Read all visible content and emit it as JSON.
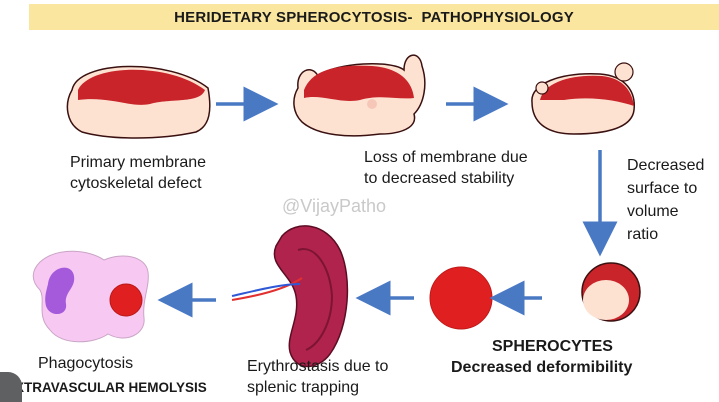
{
  "title": "HERIDETARY SPHEROCYTOSIS-  PATHOPHYSIOLOGY",
  "watermark": "@VijayPatho",
  "labels": {
    "primary_line1": "Primary membrane",
    "primary_line2": "cytoskeletal defect",
    "loss_line1": "Loss of membrane due",
    "loss_line2": "to decreased stability",
    "ratio_line1": "Decreased",
    "ratio_line2": "surface to",
    "ratio_line3": "volume",
    "ratio_line4": "ratio",
    "spherocytes": "SPHEROCYTES",
    "deformability": "Decreased deformibility",
    "erythro_line1": "Erythrostasis due to",
    "erythro_line2": "splenic trapping",
    "phagocytosis": "Phagocytosis",
    "hemolysis": "EXTRAVASCULAR HEMOLYSIS"
  },
  "colors": {
    "title_bg": "#fbe6a0",
    "arrow": "#4a79c4",
    "rbc_red": "#d42a2a",
    "pale_cell": "#fde2d2",
    "spleen": "#b0234d",
    "macrophage": "#f7c9f2",
    "nucleus": "#a55adc"
  }
}
